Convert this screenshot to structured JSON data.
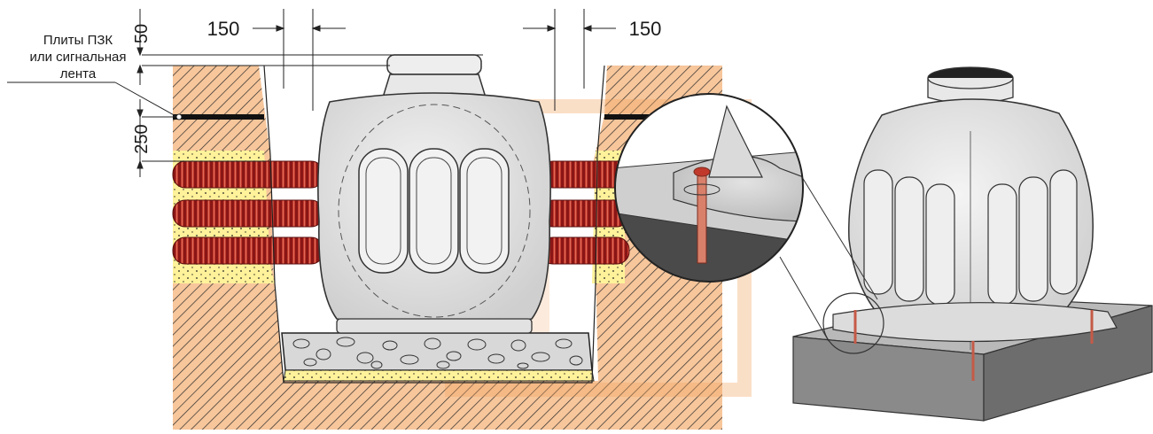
{
  "dimensions": {
    "top_clearance": "50",
    "bury_depth": "250",
    "left_gap": "150",
    "right_gap": "150"
  },
  "callout": {
    "line1": "Плиты ПЗК",
    "line2": "или сигнальная",
    "line3": "лента"
  },
  "colors": {
    "soil_hatch": "#2b2b2b",
    "soil_fill": "#f7c69b",
    "sand": "#fff29a",
    "pipe": "#9b1c1c",
    "pipe_ribs": "#e06a5a",
    "tank": "#e4e4e4",
    "gravel": "#d8d8d8",
    "slab_top": "#b9b9b9",
    "slab_side": "#6d6d6d",
    "anchor_rod": "#d8806a",
    "watermark": "#f2a25f"
  },
  "icons": {
    "watermark": "brand-watermark-icon",
    "zoom_detail": "magnifier-circle-icon",
    "tank": "septic-tank-icon"
  }
}
